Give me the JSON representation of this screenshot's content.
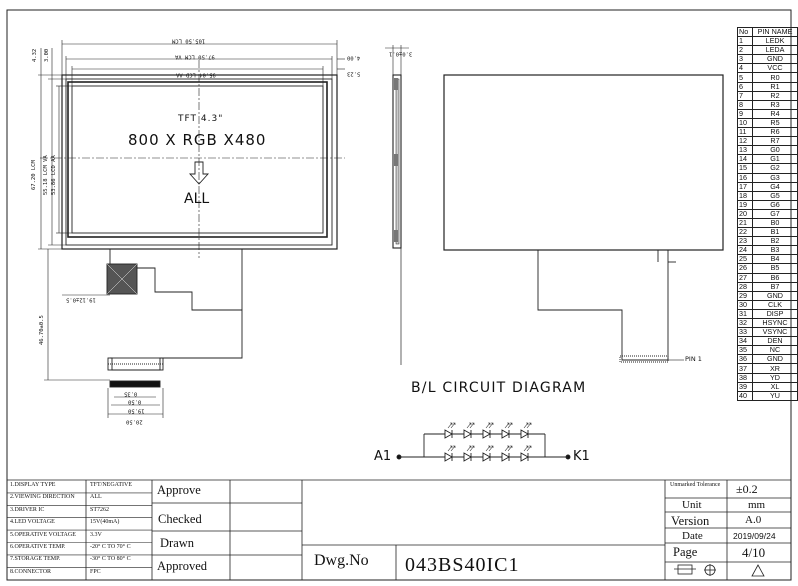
{
  "drawing": {
    "dimensions": {
      "overall_width": "105.50 LCM",
      "lcm_va": "97.50 LCM VA",
      "lcd_aa": "95.04 LCD AA",
      "overall_height": "67.20 LCM",
      "lcm_va_h": "55.18 LCM VA",
      "lcd_aa_h": "53.86 LCD AA",
      "top_4_32": "4.32",
      "top_3_00": "3.00",
      "right_4_00": "4.00",
      "right_5_23": "5.23",
      "fpc_offset": "19.12±0.5",
      "fpc_length": "46.70±0.5",
      "fpc_pitch": "0.35",
      "fpc_lead": "0.50",
      "fpc_inner": "19.50",
      "fpc_outer": "20.50",
      "thickness": "3.0±0.1"
    },
    "front_text": {
      "line1": "TFT 4.3\"",
      "line2": "800 X RGB X480",
      "line3": "ALL"
    },
    "side_label": "PIN 1",
    "bl_title": "B/L CIRCUIT DIAGRAM",
    "anode": "A1",
    "cathode": "K1"
  },
  "pin_table": {
    "headers": [
      "No",
      "PIN NAME"
    ],
    "rows": [
      [
        "1",
        "LEDK"
      ],
      [
        "2",
        "LEDA"
      ],
      [
        "3",
        "GND"
      ],
      [
        "4",
        "VCC"
      ],
      [
        "5",
        "R0"
      ],
      [
        "6",
        "R1"
      ],
      [
        "7",
        "R2"
      ],
      [
        "8",
        "R3"
      ],
      [
        "9",
        "R4"
      ],
      [
        "10",
        "R5"
      ],
      [
        "11",
        "R6"
      ],
      [
        "12",
        "R7"
      ],
      [
        "13",
        "G0"
      ],
      [
        "14",
        "G1"
      ],
      [
        "15",
        "G2"
      ],
      [
        "16",
        "G3"
      ],
      [
        "17",
        "G4"
      ],
      [
        "18",
        "G5"
      ],
      [
        "19",
        "G6"
      ],
      [
        "20",
        "G7"
      ],
      [
        "21",
        "B0"
      ],
      [
        "22",
        "B1"
      ],
      [
        "23",
        "B2"
      ],
      [
        "24",
        "B3"
      ],
      [
        "25",
        "B4"
      ],
      [
        "26",
        "B5"
      ],
      [
        "27",
        "B6"
      ],
      [
        "28",
        "B7"
      ],
      [
        "29",
        "GND"
      ],
      [
        "30",
        "CLK"
      ],
      [
        "31",
        "DISP"
      ],
      [
        "32",
        "HSYNC"
      ],
      [
        "33",
        "VSYNC"
      ],
      [
        "34",
        "DEN"
      ],
      [
        "35",
        "NC"
      ],
      [
        "36",
        "GND"
      ],
      [
        "37",
        "XR"
      ],
      [
        "38",
        "YD"
      ],
      [
        "39",
        "XL"
      ],
      [
        "40",
        "YU"
      ]
    ]
  },
  "title_block": {
    "specs": [
      [
        "1.DISPLAY TYPE",
        "TFT/NEGATIVE"
      ],
      [
        "2.VIEWING DIRECTION",
        "ALL"
      ],
      [
        "3.DRIVER IC",
        "ST7262"
      ],
      [
        "4.LED VOLTAGE",
        "15V(40mA)"
      ],
      [
        "5.OPERATIVE VOLTAGE",
        "3.3V"
      ],
      [
        "6.OPERATIVE TEMP.",
        "-20° C TO 70° C"
      ],
      [
        "7.STORAGE TEMP.",
        "-30° C TO 80° C"
      ],
      [
        "8.CONNECTOR",
        "FPC"
      ]
    ],
    "approvals": [
      "Approve",
      "Checked",
      "Drawn",
      "Approved"
    ],
    "dwg_label": "Dwg.No",
    "dwg_number": "043BS40IC1",
    "info": [
      [
        "Unmarked Tolerance",
        "±0.2"
      ],
      [
        "Unit",
        "mm"
      ],
      [
        "Version",
        "A.0"
      ],
      [
        "Date",
        "2019/09/24"
      ],
      [
        "Page",
        "4/10"
      ]
    ]
  }
}
